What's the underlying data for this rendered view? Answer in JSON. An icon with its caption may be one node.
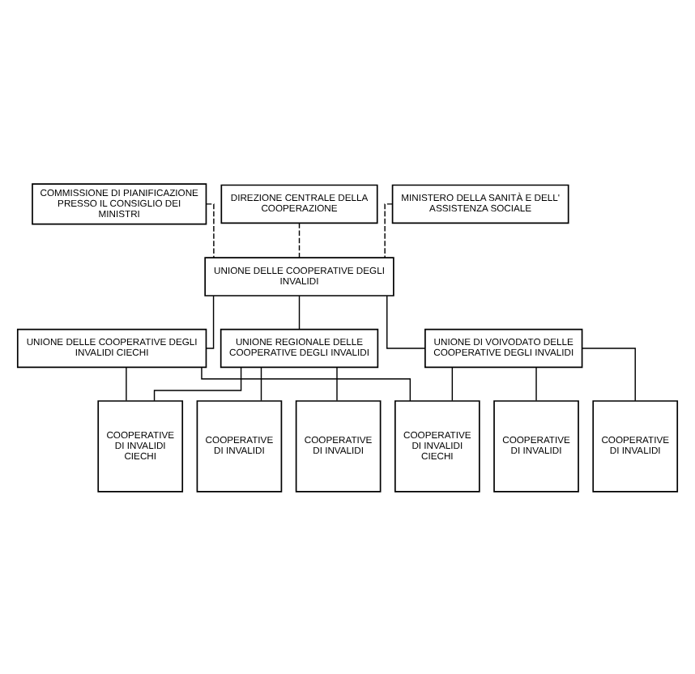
{
  "diagram": {
    "nodes": [
      {
        "text": [
          "COMMISSIONE DI PIANIFICAZIONE PRESSO IL CONSIGLIO DEI MINISTRI"
        ]
      },
      {
        "text": [
          "DIREZIONE CENTRALE DELLA COOPERAZIONE"
        ]
      },
      {
        "text": [
          "MINISTERO DELLA SANITÀ E DELL' ASSISTENZA SOCIALE"
        ]
      },
      {
        "text": [
          "UNIONE DELLE COOPERATIVE DEGLI INVALIDI"
        ]
      },
      {
        "text": [
          "UNIONE DELLE COOPERATIVE DEGLI INVALIDI CIECHI"
        ]
      },
      {
        "text": [
          "UNIONE REGIONALE DELLE COOPERATIVE DEGLI INVALIDI"
        ]
      },
      {
        "text": [
          "UNIONE DI VOIVODATO DELLE COOPERATIVE DEGLI INVALIDI"
        ]
      },
      {
        "text": [
          "COOPERATIVE DI INVALIDI"
        ]
      },
      {
        "text": [
          "COOPERATIVE DI INVALIDI CIECHI"
        ]
      },
      {
        "text": [
          "COOPERATIVE DI INVALIDI"
        ]
      },
      {
        "text": [
          "COOPERATIVE DI INVALIDI"
        ]
      },
      {
        "text": [
          "COOPERATIVE DI INVALIDI"
        ]
      },
      {
        "text": [
          "COOPERATIVE DI INVALIDI CIECHI"
        ]
      }
    ],
    "edges": [
      {
        "from": 0,
        "to": 3,
        "arrow": "none",
        "style": "dashed"
      },
      {
        "from": 1,
        "to": 3,
        "arrow": "none",
        "style": "dashed"
      },
      {
        "from": 2,
        "to": 3,
        "arrow": "none",
        "style": "dashed"
      },
      {
        "from": 3,
        "to": 4,
        "arrow": "none"
      },
      {
        "from": 3,
        "to": 5,
        "arrow": "none"
      },
      {
        "from": 3,
        "to": 6,
        "arrow": "none"
      },
      {
        "from": 5,
        "to": 7,
        "arrow": "none"
      },
      {
        "from": 5,
        "to": 8,
        "arrow": "none"
      },
      {
        "from": 5,
        "to": 9,
        "arrow": "none"
      },
      {
        "from": 6,
        "to": 10,
        "arrow": "none"
      },
      {
        "from": 6,
        "to": 11,
        "arrow": "none"
      },
      {
        "from": 6,
        "to": 12,
        "arrow": "none"
      },
      {
        "from": 4,
        "to": 8,
        "arrow": "none"
      },
      {
        "from": 4,
        "to": 12,
        "arrow": "none"
      }
    ]
  }
}
